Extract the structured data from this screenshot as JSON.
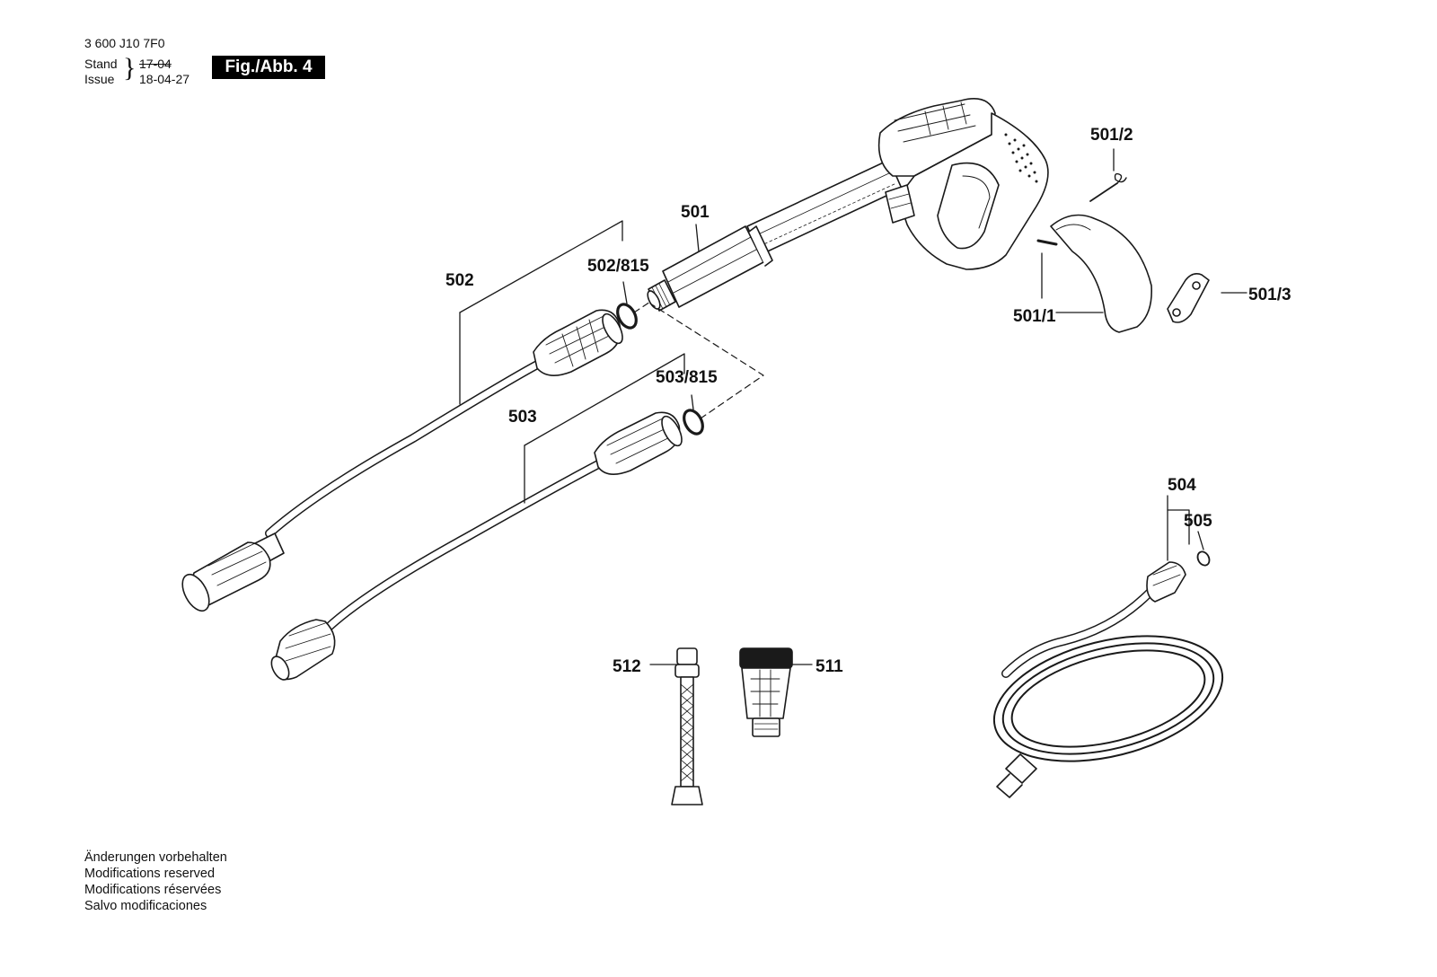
{
  "header": {
    "doc_number": "3 600 J10 7F0",
    "stand_label": "Stand",
    "issue_label": "Issue",
    "stand_value": "17-04",
    "issue_value": "18-04-27",
    "figure_badge": "Fig./Abb. 4"
  },
  "callouts": {
    "p501": "501",
    "p501_1": "501/1",
    "p501_2": "501/2",
    "p501_3": "501/3",
    "p502": "502",
    "p502_815": "502/815",
    "p503": "503",
    "p503_815": "503/815",
    "p504": "504",
    "p505": "505",
    "p511": "511",
    "p512": "512"
  },
  "footer": {
    "line_de": "Änderungen vorbehalten",
    "line_en": "Modifications reserved",
    "line_fr": "Modifications réservées",
    "line_es": "Salvo modificaciones"
  }
}
